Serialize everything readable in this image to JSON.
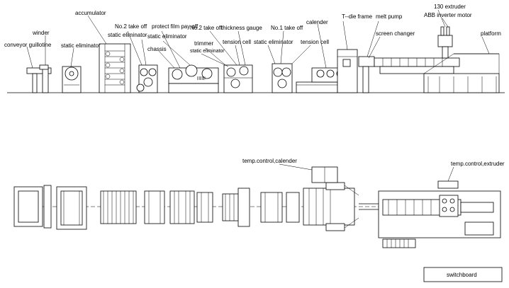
{
  "side_view": {
    "labels": {
      "conveyor_guillotine": "conveyor guillotine",
      "winder": "winder",
      "accumulator": "accumulator",
      "static_eliminator_1": "static eliminator",
      "no2_take_off_top": "No.2 take off",
      "static_eliminator_2": "static eliminator",
      "protect_film_pay_off": "protect film pay off",
      "static_eliminator_3": "static eliminator",
      "chassis": "chassis",
      "trimmer": "trimmer",
      "static_eliminator_4": "static eliminator",
      "no2_take_off": "No.2 take off",
      "thickness_gauge": "thickness gauge",
      "tension_cell_1": "tension cell",
      "static_eliminator_5": "static eliminator",
      "no1_take_off": "No.1 take off",
      "tension_cell_2": "tension cell",
      "calender": "calender",
      "t_die_frame": "T--die frame",
      "melt_pump": "melt pump",
      "screen_changer": "screen changer",
      "extruder_130": "130 extruder",
      "abb_inverter_motor": "ABB inverter motor",
      "platform": "platform"
    }
  },
  "plan_view": {
    "labels": {
      "temp_control_calender": "temp.control,calender",
      "temp_control_extruder": "temp.control,extruder",
      "switchboard": "switchboard"
    }
  }
}
